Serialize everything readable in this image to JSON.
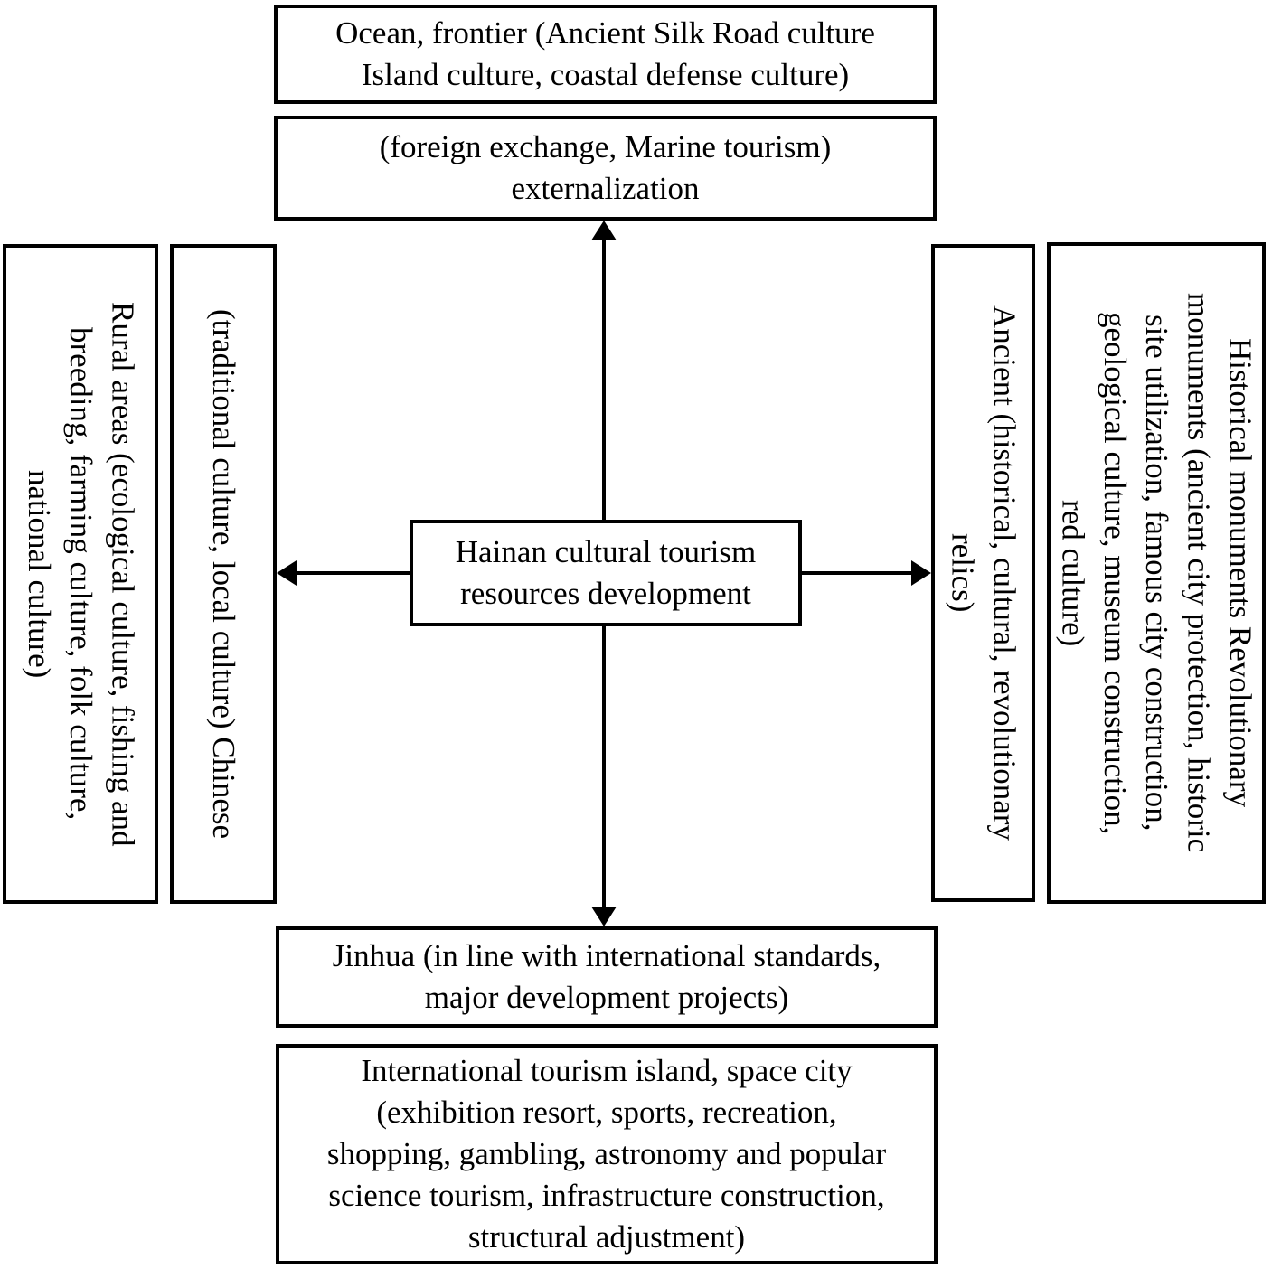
{
  "diagram": {
    "type": "cross-flow-diagram",
    "colors": {
      "ink": "#000000",
      "background": "#ffffff"
    },
    "center_box": {
      "label": "Hainan cultural tourism\nresources development"
    },
    "top": {
      "outer_box": {
        "label": "Ocean, frontier (Ancient Silk Road culture\nIsland culture, coastal defense culture)"
      },
      "inner_box": {
        "label": "(foreign exchange, Marine tourism)\nexternalization"
      }
    },
    "bottom": {
      "inner_box": {
        "label": "Jinhua (in line with international standards,\nmajor development projects)"
      },
      "outer_box": {
        "label": "International tourism island, space city\n(exhibition resort, sports, recreation,\nshopping, gambling, astronomy and popular\nscience tourism, infrastructure construction,\nstructural adjustment)"
      }
    },
    "left": {
      "outer_box": {
        "label": "Rural areas (ecological culture, fishing and\nbreeding, farming culture, folk culture,\nnational culture)"
      },
      "inner_box": {
        "label": "(traditional culture, local culture) Chinese"
      }
    },
    "right": {
      "inner_box": {
        "label": "Ancient (historical, cultural, revolutionary\nrelics)"
      },
      "outer_box": {
        "label": "Historical monuments Revolutionary\nmonuments (ancient city protection, historic\nsite utilization, famous city construction,\ngeological culture, museum construction,\nred culture)"
      }
    },
    "arrows": {
      "from": "center_box",
      "directions": [
        "up",
        "down",
        "left",
        "right"
      ]
    }
  }
}
